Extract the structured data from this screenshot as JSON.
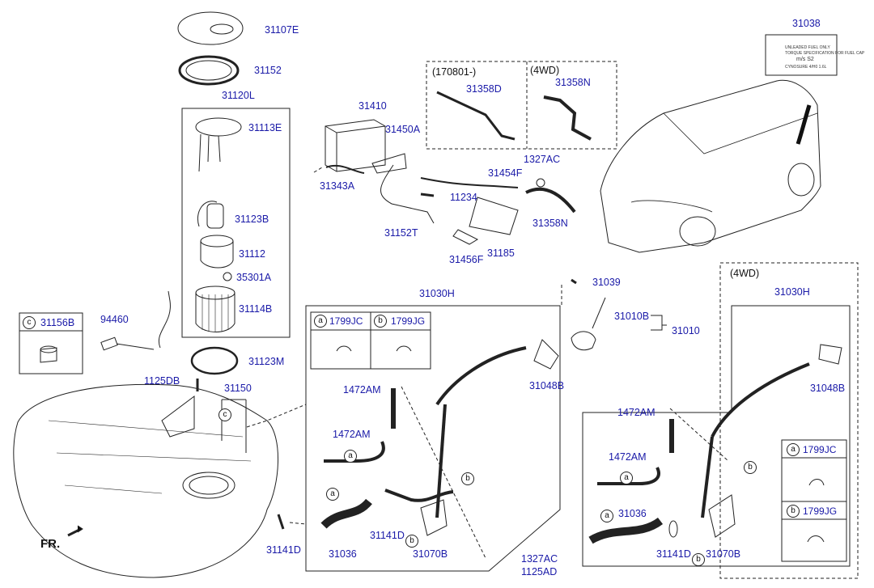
{
  "labels": {
    "p31107E": "31107E",
    "p31152": "31152",
    "p31120L": "31120L",
    "p31113E": "31113E",
    "p31123B": "31123B",
    "p31112": "31112",
    "p35301A": "35301A",
    "p31114B": "31114B",
    "p31123M": "31123M",
    "p94460": "94460",
    "p1125DB": "1125DB",
    "p31150": "31150",
    "p31141D_a": "31141D",
    "p31410": "31410",
    "p31450A": "31450A",
    "p31343A": "31343A",
    "p11234": "11234",
    "p31152T": "31152T",
    "p31454F": "31454F",
    "p1327AC_a": "1327AC",
    "p31185": "31185",
    "p31456F": "31456F",
    "p31358D": "31358D",
    "p31358N_a": "31358N",
    "p31358N_b": "31358N",
    "p31038": "31038",
    "p31030H_a": "31030H",
    "p31039": "31039",
    "p31010B": "31010B",
    "p31010": "31010",
    "p31048B_a": "31048B",
    "p1472AM_a": "1472AM",
    "p1472AM_b": "1472AM",
    "p31141D_b": "31141D",
    "p31036_a": "31036",
    "p31070B_a": "31070B",
    "p1327AC_b": "1327AC",
    "p1125AD": "1125AD",
    "p31030H_b": "31030H",
    "p31048B_b": "31048B",
    "p1472AM_c": "1472AM",
    "p1472AM_d": "1472AM",
    "p31036_b": "31036",
    "p31141D_c": "31141D",
    "p31070B_b": "31070B"
  },
  "headers": {
    "h170801": "(170801-)",
    "h4wd_a": "(4WD)",
    "h4wd_b": "(4WD)",
    "fr": "FR."
  },
  "legend_c": {
    "marker": "c",
    "part": "31156B"
  },
  "tiles_main": [
    {
      "marker": "a",
      "part": "1799JC"
    },
    {
      "marker": "b",
      "part": "1799JG"
    }
  ],
  "tiles_4wd": [
    {
      "marker": "a",
      "part": "1799JC"
    },
    {
      "marker": "b",
      "part": "1799JG"
    }
  ],
  "callouts": {
    "a": "a",
    "b": "b",
    "c": "c"
  },
  "sticker": {
    "line1": "UNLEADED FUEL ONLY",
    "line2": "TORQUE SPECIFICATION FOR FUEL CAP",
    "line3": "m/s S2",
    "line4": "CYNOSURE 4/H0 1.6L"
  }
}
